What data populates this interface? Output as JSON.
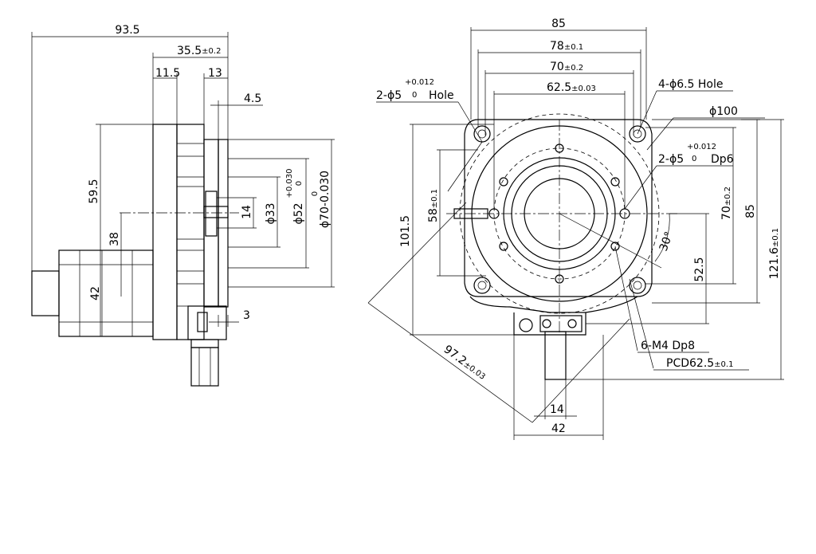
{
  "side_view": {
    "overall_length": "93.5",
    "body_length": "35.5",
    "body_length_tol": "±0.2",
    "flange_left": "11.5",
    "flange_right": "13",
    "boss": "4.5",
    "height": "59.5",
    "center_height": "38",
    "motor_height": "42",
    "shaft_step": "3",
    "dia_14": "14",
    "dia_33": "ϕ33",
    "dia_52": "ϕ52",
    "dia_52_tol_top": "+0.030",
    "dia_52_tol_bot": "0",
    "dia_70_top": "0",
    "dia_70": "ϕ70-0.030"
  },
  "front_view": {
    "width_85": "85",
    "width_78": "78",
    "width_78_tol": "±0.1",
    "width_70": "70",
    "width_70_tol": "±0.2",
    "width_62_5": "62.5",
    "width_62_5_tol": "±0.03",
    "hole_left_prefix": "2-ϕ5",
    "hole_left_tol_top": "+0.012",
    "hole_left_tol_bot": "0",
    "hole_left_suffix": "Hole",
    "hole_4x": "4-ϕ6.5 Hole",
    "dia_100": "ϕ100",
    "hole_right_prefix": "2-ϕ5",
    "hole_right_tol_top": "+0.012",
    "hole_right_tol_bot": "0",
    "hole_right_suffix": "Dp6",
    "height_101_5": "101.5",
    "height_58": "58",
    "height_58_tol": "±0.1",
    "height_70": "70",
    "height_70_tol": "±0.2",
    "height_85": "85",
    "height_121_6": "121.6",
    "height_121_6_tol": "±0.1",
    "height_52_5": "52.5",
    "angle": "30°",
    "diag_97_2": "97.2",
    "diag_97_2_tol": "±0.03",
    "thread": "6-M4 Dp8",
    "pcd": "PCD62.5",
    "pcd_tol": "±0.1",
    "bottom_14": "14",
    "bottom_42": "42"
  }
}
